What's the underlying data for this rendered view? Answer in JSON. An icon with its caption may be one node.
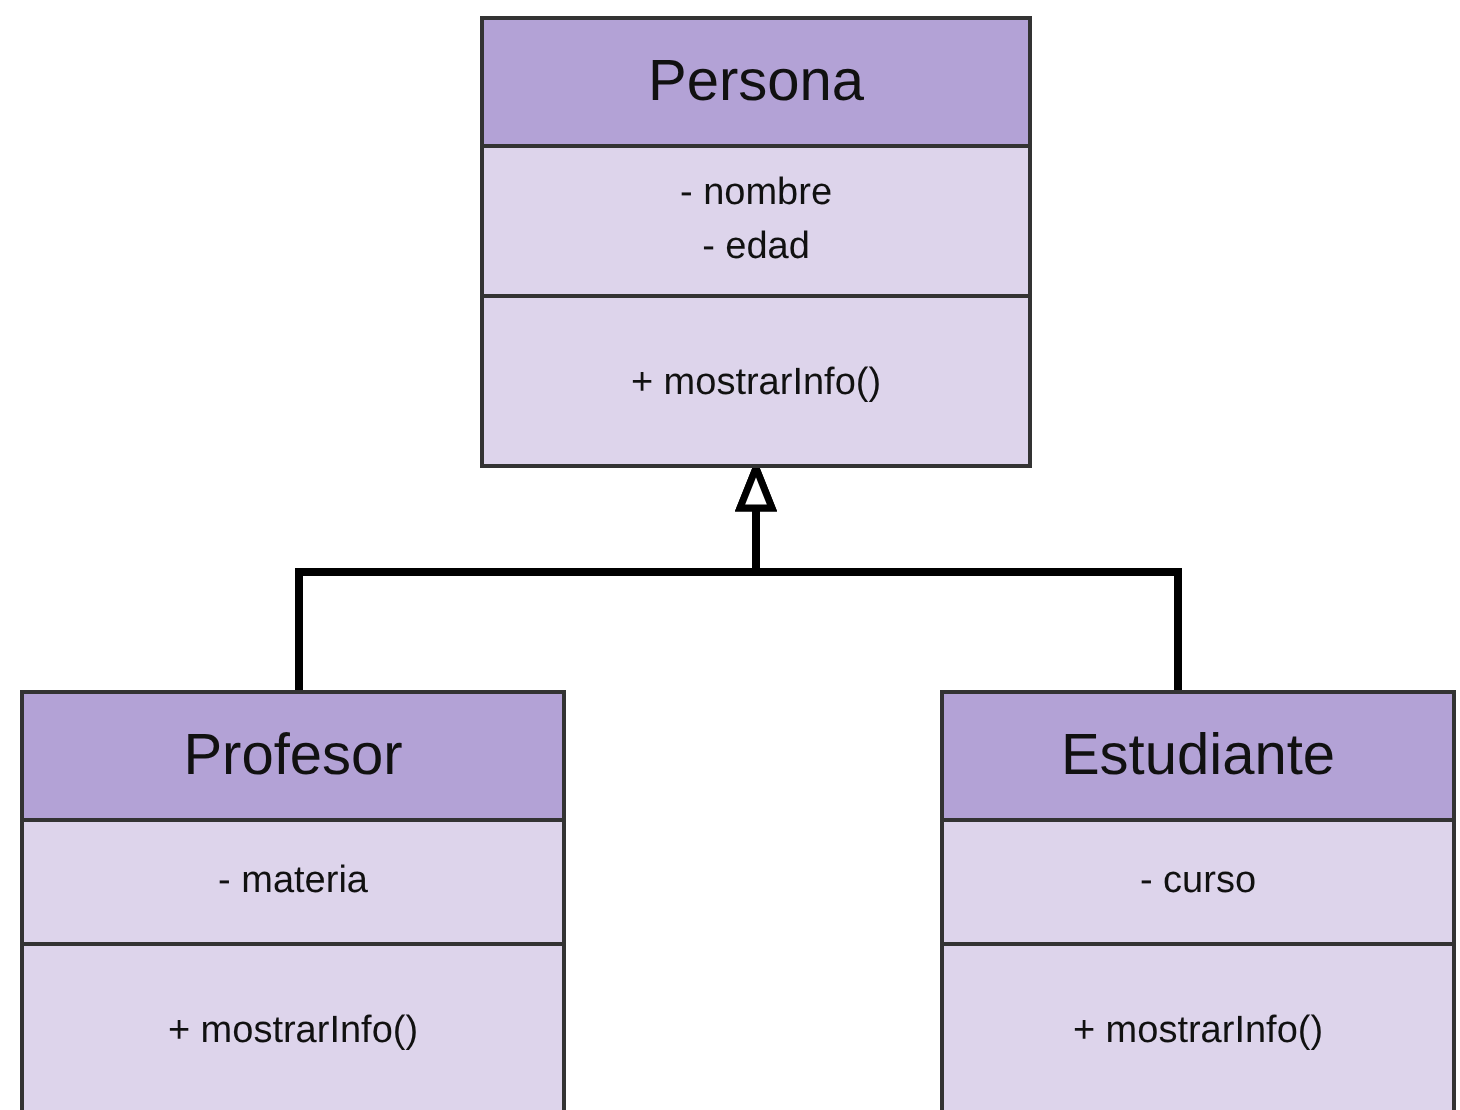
{
  "diagram": {
    "nodes": [
      {
        "text": [
          "Persona",
          "- nombre",
          "- edad",
          "+ mostrarInfo()"
        ]
      },
      {
        "text": [
          "Profesor",
          "- materia",
          "+ mostrarInfo()"
        ]
      },
      {
        "text": [
          "Estudiante",
          "- curso",
          "+ mostrarInfo()"
        ]
      }
    ],
    "edges": [
      {
        "from": 1,
        "to": 0,
        "arrow": "to"
      },
      {
        "from": 2,
        "to": 0,
        "arrow": "to"
      }
    ]
  }
}
